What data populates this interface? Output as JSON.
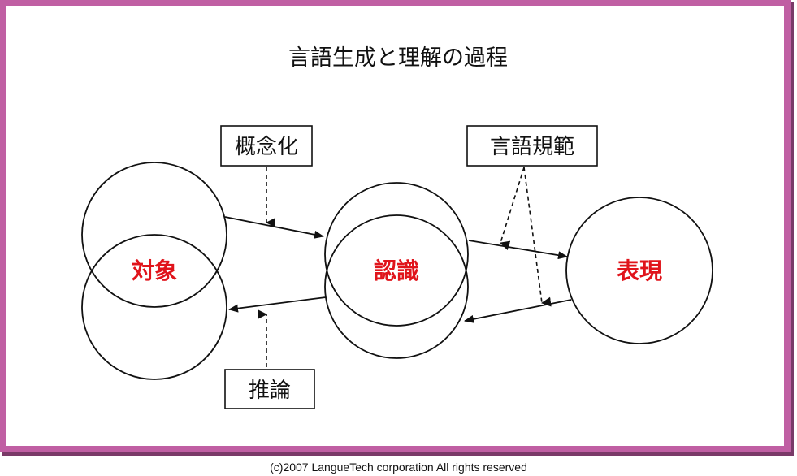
{
  "title": "言語生成と理解の過程",
  "colors": {
    "frame": "#c05fa3",
    "frame_shadow": "#7a3a68",
    "node_text": "#e0141b",
    "line": "#111111"
  },
  "nodes": {
    "object": {
      "label": "対象"
    },
    "cognition": {
      "label": "認識"
    },
    "expression": {
      "label": "表現"
    }
  },
  "labels": {
    "conceptualization": "概念化",
    "language_norms": "言語規範",
    "inference": "推論"
  },
  "footer": "(c)2007 LangueTech corporation All rights reserved"
}
